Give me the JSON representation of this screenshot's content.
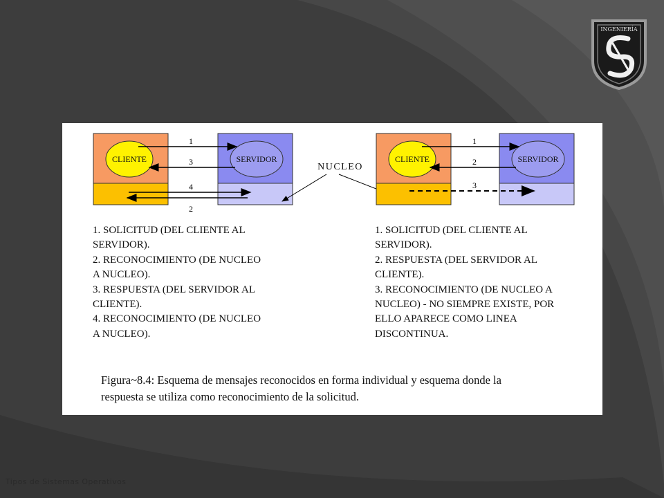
{
  "slide": {
    "footer": "Tipos de Sistemas Operativos",
    "logo_text": "INGENIERÍA",
    "background_color": "#3e3e3e"
  },
  "figure": {
    "left_diagram": {
      "client_label": "CLIENTE",
      "server_label": "SERVIDOR",
      "arrow_numbers": [
        "1",
        "3",
        "4",
        "2"
      ]
    },
    "right_diagram": {
      "client_label": "CLIENTE",
      "server_label": "SERVIDOR",
      "arrow_numbers": [
        "1",
        "2",
        "3"
      ]
    },
    "nucleo_label": "NUCLEO",
    "left_list": [
      "1. SOLICITUD (DEL CLIENTE AL",
      "SERVIDOR).",
      "2. RECONOCIMIENTO (DE NUCLEO",
      "A NUCLEO).",
      "3. RESPUESTA (DEL SERVIDOR AL",
      "CLIENTE).",
      "4. RECONOCIMIENTO (DE NUCLEO",
      "A NUCLEO)."
    ],
    "right_list": [
      "1. SOLICITUD (DEL CLIENTE AL",
      "SERVIDOR).",
      "2. RESPUESTA (DEL SERVIDOR AL",
      "CLIENTE).",
      "3. RECONOCIMIENTO (DE NUCLEO A",
      "NUCLEO) - NO SIEMPRE EXISTE, POR",
      "ELLO APARECE COMO LINEA",
      "DISCONTINUA."
    ],
    "caption_line1": "Figura~8.4:  Esquema de mensajes reconocidos en forma individual y esquema donde la",
    "caption_line2": "respuesta se utiliza como reconocimiento de la solicitud."
  },
  "colors": {
    "client_box": "#f79a62",
    "client_lower": "#fcc000",
    "client_ellipse": "#fff200",
    "server_box": "#8a8af0",
    "server_lower": "#c8c8f8",
    "server_ellipse": "#9c9cf0"
  }
}
